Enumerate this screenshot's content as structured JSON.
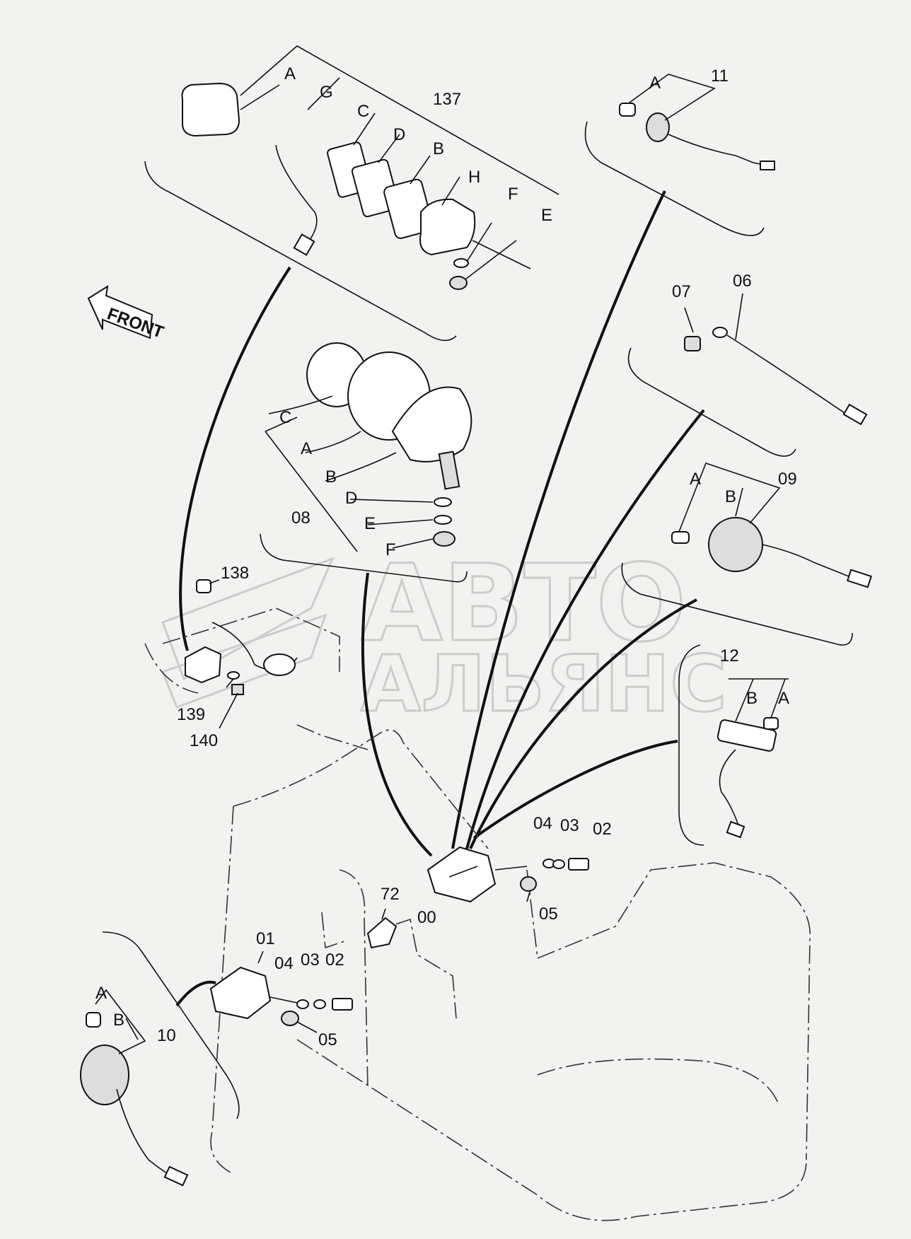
{
  "watermark": {
    "line1": "АВТО",
    "line2": "АЛЬЯНС"
  },
  "front_arrow": {
    "label": "FRONT"
  },
  "callouts": {
    "c_00": "00",
    "c_01": "01",
    "c_02a": "02",
    "c_03a": "03",
    "c_04a": "04",
    "c_05a": "05",
    "c_02b": "02",
    "c_03b": "03",
    "c_04b": "04",
    "c_05b": "05",
    "c_06": "06",
    "c_07": "07",
    "c_08": "08",
    "c_09": "09",
    "c_10": "10",
    "c_11": "11",
    "c_12": "12",
    "c_72": "72",
    "c_137": "137",
    "c_138": "138",
    "c_139": "139",
    "c_140": "140",
    "l137_A": "A",
    "l137_G": "G",
    "l137_C": "C",
    "l137_D": "D",
    "l137_B": "B",
    "l137_H": "H",
    "l137_F": "F",
    "l137_E": "E",
    "l08_C": "C",
    "l08_A": "A",
    "l08_B": "B",
    "l08_D": "D",
    "l08_E": "E",
    "l08_F": "F",
    "l11_A": "A",
    "l09_A": "A",
    "l09_B": "B",
    "l12_B": "B",
    "l12_A": "A",
    "l10_A": "A",
    "l10_B": "B"
  }
}
